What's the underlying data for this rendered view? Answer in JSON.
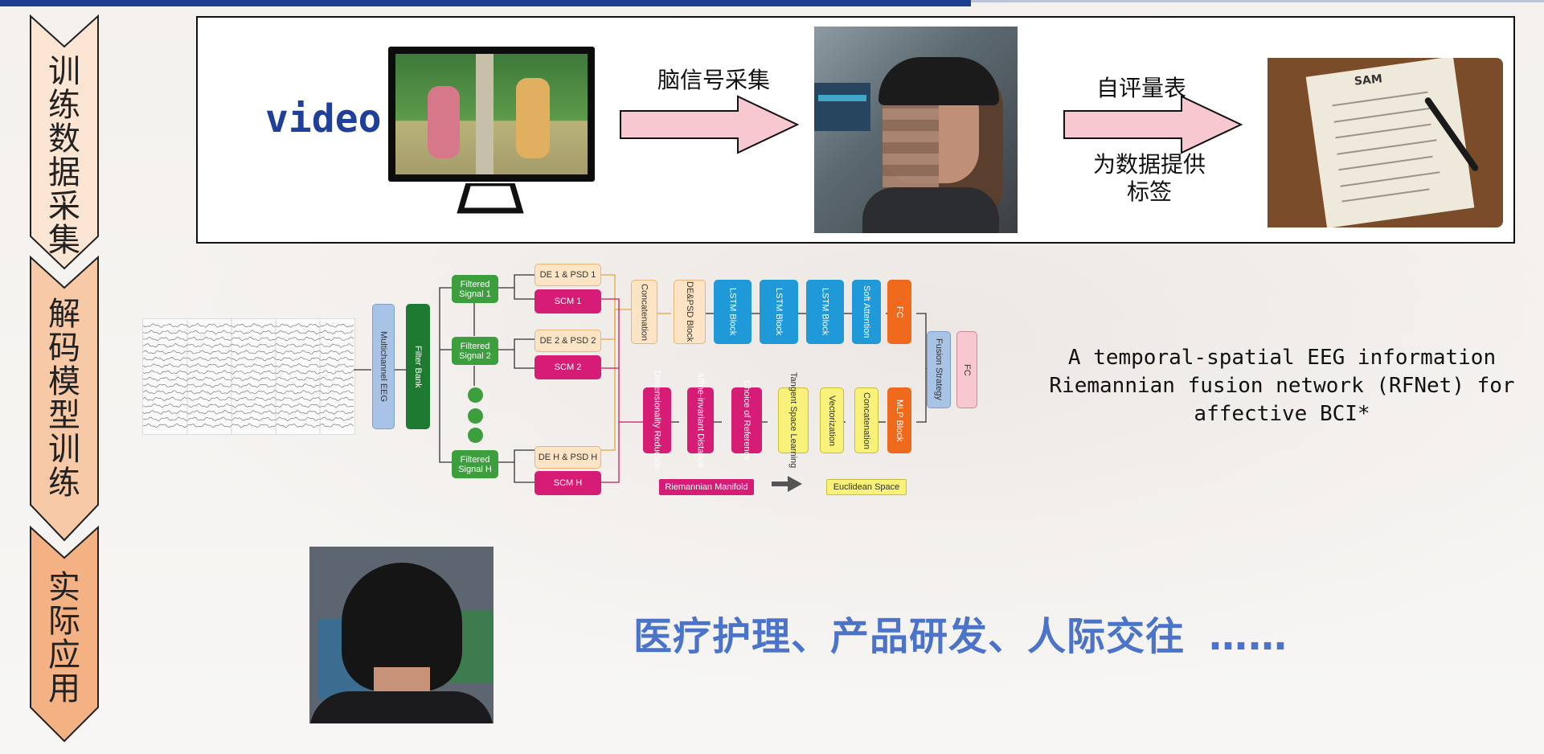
{
  "sidebar": {
    "steps": [
      {
        "label": "训练数据采集",
        "fill": "#fde5d3"
      },
      {
        "label": "解码模型训练",
        "fill": "#f7c9a6"
      },
      {
        "label": "实际应用",
        "fill": "#f4b184"
      }
    ]
  },
  "collection": {
    "video_label": "video",
    "arrow1_label": "脑信号采集",
    "arrow2_label": "自评量表",
    "arrow2_sub1": "为数据提供",
    "arrow2_sub2": "标签",
    "sam_title": "SAM"
  },
  "network": {
    "multichannel": "Multichannel EEG",
    "filter_bank": "Filter Bank",
    "signals": [
      "Filtered Signal 1",
      "Filtered Signal 2",
      "Filtered Signal H"
    ],
    "de_psd": [
      "DE 1 & PSD 1",
      "DE 2 & PSD 2",
      "DE H & PSD H"
    ],
    "scm": [
      "SCM 1",
      "SCM 2",
      "SCM H"
    ],
    "concatenation": "Concatenation",
    "depsd_block": "DE&PSD Block",
    "lstm": [
      "LSTM Block",
      "LSTM Block",
      "LSTM Block"
    ],
    "soft_attention": "Soft Attention",
    "fc": "FC",
    "fusion": "Fusion Strategy",
    "fc_out": "FC",
    "riemann_steps": [
      "Dimensionality Reduction",
      "Affine-invariant Distance",
      "Choice of Reference"
    ],
    "euclid_steps": [
      "Tangent Space Learning",
      "Vectorization",
      "Concatenation"
    ],
    "mlp": "MLP Block",
    "riemannian_manifold": "Riemannian Manifold",
    "euclidean_space": "Euclidean Space",
    "caption_line1": "A temporal-spatial EEG information",
    "caption_line2": "Riemannian fusion network (RFNet) for",
    "caption_line3": "affective BCI*"
  },
  "application": {
    "text": "医疗护理、产品研发、人际交往",
    "ellipsis": "……"
  },
  "colors": {
    "brand_blue": "#1c3f92",
    "arrow_pink": "#f8c8d0",
    "apps_blue": "#4a73c9"
  }
}
